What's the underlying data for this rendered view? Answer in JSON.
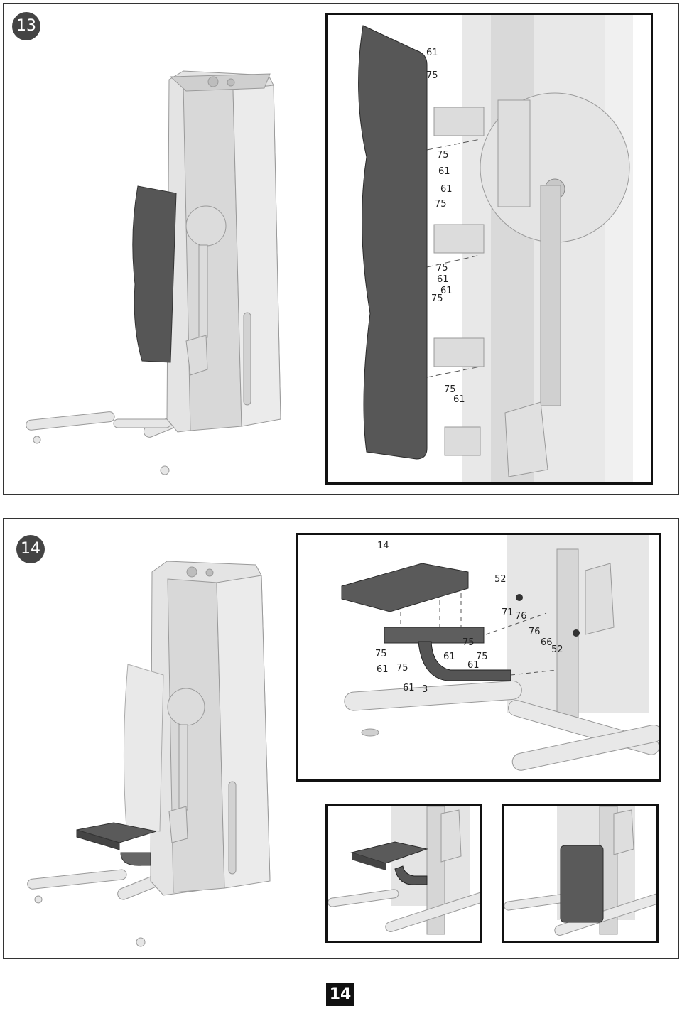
{
  "page": {
    "number": "14"
  },
  "step13": {
    "badge": "13",
    "inset_labels": [
      "61",
      "75",
      "75",
      "61",
      "61",
      "75",
      "75",
      "61",
      "61",
      "75",
      "75",
      "61"
    ]
  },
  "step14": {
    "badge": "14",
    "inset_labels": [
      "14",
      "52",
      "71",
      "76",
      "76",
      "66",
      "52",
      "75",
      "75",
      "61",
      "75",
      "61",
      "75",
      "61",
      "61",
      "3"
    ]
  },
  "colors": {
    "frame_light": "#e3e3e3",
    "frame_mid": "#cfcfcf",
    "pad_dark": "#555555",
    "line": "#8a8a8a"
  }
}
